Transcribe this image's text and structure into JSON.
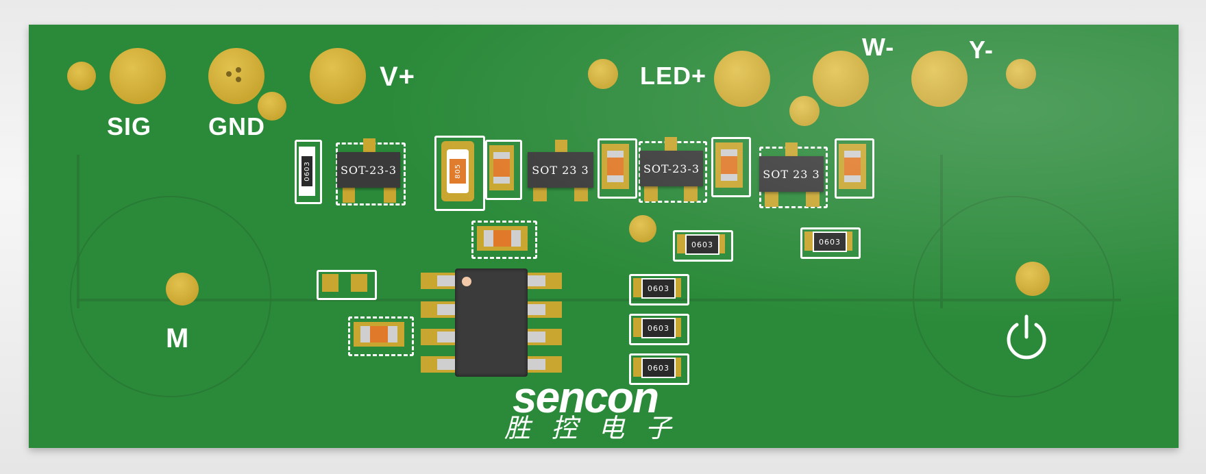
{
  "labels": {
    "sig": "SIG",
    "gnd": "GND",
    "v_plus": "V+",
    "led_plus": "LED+",
    "w_minus": "W-",
    "y_minus": "Y-",
    "m": "M"
  },
  "components": {
    "sot1": "SOT-23-3",
    "sot2": "SOT 23 3",
    "sot3": "SOT-23-3",
    "sot4": "SOT 23 3",
    "res_0603": "0603",
    "cap_0805": "805"
  },
  "logo": {
    "brand": "sencon",
    "chinese": "胜 控 电 子"
  },
  "icons": {
    "power": "power-icon"
  },
  "colors": {
    "board": "#2b8a3a",
    "pad": "#c9a630",
    "silkscreen": "#ffffff",
    "chip": "#3a3a3a",
    "capacitor": "#e07a2a"
  }
}
